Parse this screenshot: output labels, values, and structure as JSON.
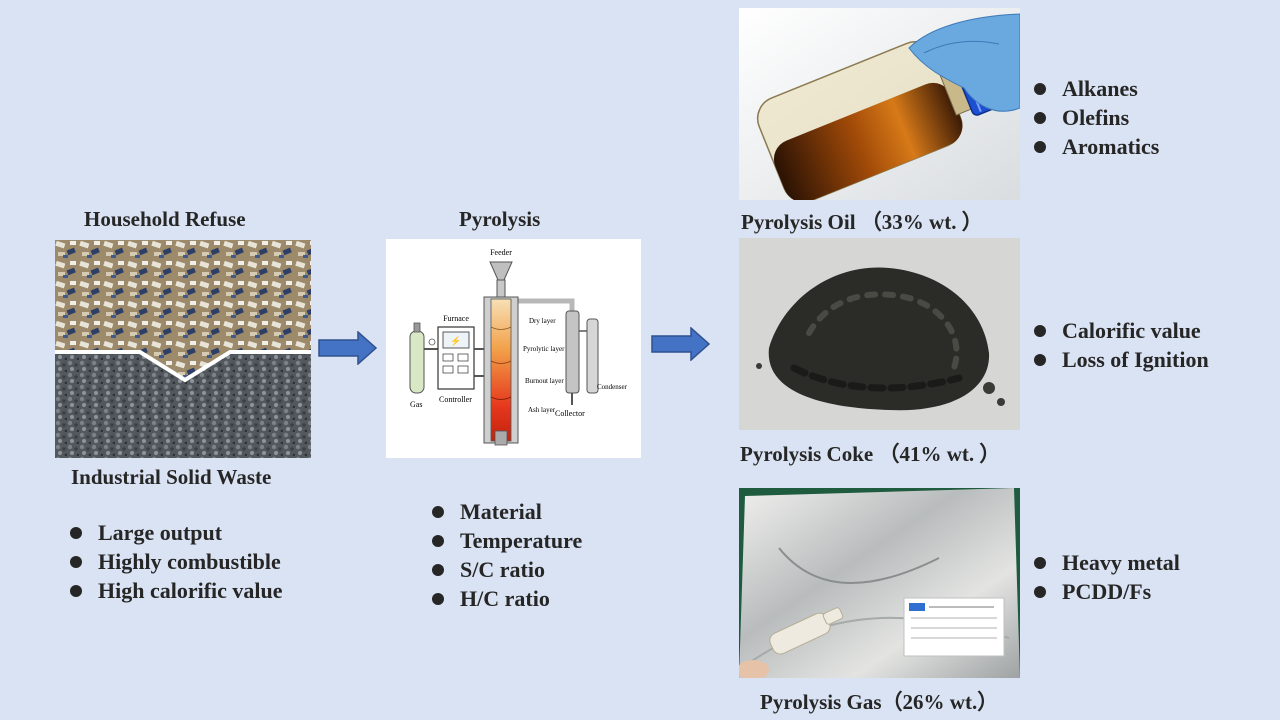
{
  "input": {
    "top_label": "Household Refuse",
    "bottom_label": "Industrial Solid Waste",
    "features": [
      "Large output",
      "Highly combustible",
      "High calorific value"
    ]
  },
  "process": {
    "title": "Pyrolysis",
    "factors": [
      "Material",
      "Temperature",
      "S/C ratio",
      "H/C ratio"
    ],
    "schematic_labels": {
      "feeder": "Feeder",
      "furnace": "Furnace",
      "dry": "Dry layer",
      "pyrolytic": "Pyrolytic layer",
      "burnout": "Burnout layer",
      "ash": "Ash layer",
      "condenser": "Condenser",
      "gas": "Gas",
      "controller": "Controller",
      "collector": "Collector"
    }
  },
  "products": {
    "oil": {
      "label": "Pyrolysis Oil （33% wt. ）",
      "components": [
        "Alkanes",
        "Olefins",
        "Aromatics"
      ]
    },
    "coke": {
      "label": "Pyrolysis Coke （41% wt. ）",
      "components": [
        "Calorific value",
        "Loss of Ignition"
      ]
    },
    "gas": {
      "label": "Pyrolysis Gas（26% wt.）",
      "components": [
        "Heavy metal",
        "PCDD/Fs"
      ]
    }
  },
  "colors": {
    "background": "#dae3f3",
    "arrow": "#4472c4",
    "arrow_border": "#2f528f",
    "text": "#262626"
  }
}
